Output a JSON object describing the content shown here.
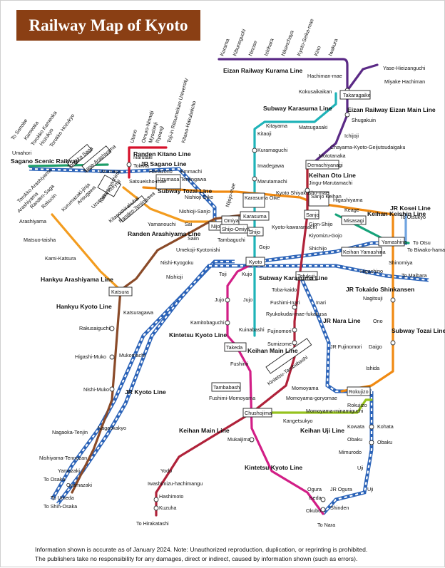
{
  "title": "Railway Map of Kyoto",
  "footer": {
    "line1": "Information shown is accurate as of January 2024.   Note: Unauthorized reproduction, duplication, or reprinting is prohibited.",
    "line2": "The publishers take no responsibility for any damages, direct or indirect, caused by information shown (such as errors)."
  },
  "colors": {
    "eizan": "#5b2a86",
    "karasuma": "#1fb3b8",
    "kitano": "#d6102a",
    "sagano": "#1e9e6a",
    "tozai": "#f08a12",
    "oto": "#c9a80a",
    "keishin": "#17a37a",
    "arashiyama": "#f39c1f",
    "hankyu": "#8a4a28",
    "keihan": "#b0223a",
    "kintetsu": "#d21e86",
    "uji": "#96c21e",
    "jr": "#2b63b8",
    "kosei": "#6fa3e0"
  },
  "lines": {
    "eizan_kurama": "Eizan Railway Kurama Line",
    "eizan_main": "Eizan Railway Eizan Main Line",
    "karasuma": "Subway Karasuma Line",
    "karasuma2": "Subway Karasuma Line",
    "kitano": "Randen Kitano Line",
    "sagano": "JR Sagano Line",
    "sagano_scenic": "Sagano Scenic Railway",
    "tozai": "Subway Tozai Line",
    "tozai2": "Subway Tozai Line",
    "oto": "Keihan Oto Line",
    "keishin": "Keihan Keishin Line",
    "kosei": "JR Kosei Line",
    "randen_arashiyama": "Randen Arashiyama Line",
    "hankyu_arashiyama": "Hankyu Arashiyama Line",
    "hankyu_kyoto": "Hankyu Kyoto Line",
    "jr_kyoto": "JR Kyoto Line",
    "tokaido": "JR Tokaido Shinkansen",
    "jr_nara": "JR Nara Line",
    "kintetsu_kyoto": "Kintetsu Kyoto Line",
    "kintetsu_kyoto2": "Kintetsu Kyoto Line",
    "keihan_main": "Keihan Main Line",
    "keihan_main2": "Keihan Main Line",
    "keihan_uji": "Keihan Uji Line"
  },
  "stations": {
    "kurama": "Kurama",
    "kibuneguchi": "Kibuneguchi",
    "ninose": "Ninose",
    "ichihara": "Ichihara",
    "nikenchaya": "Nikenchaya",
    "kyoto_seika": "Kyoto-Seika-mae",
    "kino": "Kino",
    "iwakura": "Iwakura",
    "hachiman_mae": "Hachiman-mae",
    "yase": "Yase-Hieizanguchi",
    "miyake": "Miyake Hachiman",
    "takaragaike": "Takaragaike",
    "shugakuin": "Shugakuin",
    "ichijoji": "Ichijoji",
    "chayama": "Chayama-Kyoto-Geijutsudaigaku",
    "mototanaka": "Mototanaka",
    "demachiyanagi": "Demachiyanagi",
    "kokusaikaikan": "Kokusaikaikan",
    "kitayama": "Kitayama",
    "matsugasaki": "Matsugasaki",
    "kitaoji": "Kitaoji",
    "kuramaguchi": "Kuramaguchi",
    "imadegawa": "Imadegawa",
    "marutamachi": "Marutamachi",
    "jingu": "Jingu-Marutamachi",
    "karasuma_oike": "Karasuma Oike",
    "kyoto_shiyakusho": "Kyoto Shiyakusho-mae",
    "sanjo_keihan": "Sanjo Keihan",
    "higashiyama": "Higashiyama",
    "keage": "Keage",
    "misasagi": "Misasagi",
    "sanjo": "Sanjo",
    "gion_shijo": "Gion-Shijo",
    "kiyomizu": "Kiyomizu-Gojo",
    "shichijo": "Shichijo",
    "karasuma": "Karasuma",
    "shijo": "Shijo",
    "gojo": "Gojo",
    "kyoto": "Kyoto",
    "kawaramachi": "Kyoto-kawaramachi",
    "omiya": "Omiya",
    "shijo_omiya": "Shijo-Omiya",
    "tambaguchi": "Tambaguchi",
    "nijo": "Nijo",
    "nijojo_mae": "Nijojo-mae",
    "nishioji_oike": "Nishioji Oike",
    "nishioji_sanjo": "Nishioji-Sanjo",
    "sai": "Sai",
    "saiin": "Saiin",
    "yamanouchi": "Yamanouchi",
    "umekoji": "Umekoji-Kyotonishi",
    "nishikyogoku": "Nishi-Kyogoku",
    "nishioji": "Nishioji",
    "toji": "Toji",
    "kujo": "Kujo",
    "jujo": "Jujo",
    "kuinabashi": "Kuinabashi",
    "takeda": "Takeda",
    "tofukuji": "Tofukuji",
    "toba_kaido": "Toba-kaido",
    "fushimi_inari": "Fushimi-Inari",
    "inari": "Inari",
    "ryukokudai": "Ryukokudai-mae-fukakusa",
    "fujinomori": "Fujinomori",
    "sumizome": "Sumizome",
    "jr_fujinomori": "JR Fujinomori",
    "kamitobaguchi": "Kamitobaguchi",
    "fushimi": "Fushimi",
    "tambabashi": "Tambabashi",
    "kintetsu_tambabashi": "Kintetsu-Tambabashi",
    "fushimi_momoyama": "Fushimi-Momoyama",
    "chushojima": "Chushojima",
    "momoyama": "Momoyama",
    "momoyama_goryomae": "Momoyama-goryomae",
    "momoyama_minamiguchi": "Momoyama-minamiguchi",
    "kangetsukyo": "Kangetsukyo",
    "rokujizo": "Rokujizo",
    "rokujizo2": "Rokujizo",
    "kowata": "Kowata",
    "kohata": "Kohata",
    "obaku": "Obaku",
    "obaku2": "Obaku",
    "mimurodo": "Mimurodo",
    "uji": "Uji",
    "uji2": "Uji",
    "mukaijima": "Mukaijima",
    "ogura": "Ogura",
    "jr_ogura": "JR Ogura",
    "iseda": "Iseda",
    "okubo": "Okubo",
    "shinden": "Shinden",
    "to_nara": "To Nara",
    "yamashina": "Yamashina",
    "keihan_yamashina": "Keihan Yamashina",
    "shinomiya": "Shinomiya",
    "higashino": "Higashino",
    "nagitsuji": "Nagitsuji",
    "ono": "Ono",
    "daigo": "Daigo",
    "ishida": "Ishida",
    "to_otsukyo": "To Otsukyo",
    "to_otsu": "To Otsu",
    "to_biwako": "To Biwako-hamaotsu",
    "to_maibara": "To Maibara",
    "utano": "Utano",
    "omuro": "Omuro-Ninnaji",
    "myoshinji": "Myoshinji",
    "ryoanji": "Ryoanji",
    "toji_in": "Toji-in Ritsumeikan University",
    "kitano_hakubaicho": "Kitano-Hakubaicho",
    "narutaki": "Narutaki",
    "tokiwa": "Tokiwa",
    "hanazono": "Hanazono",
    "emmachi": "Emmachi",
    "satsueisho": "Satsueisho-mae",
    "uzumasa": "Uzumasa",
    "uzumasa_tenjingawa": "Uzumasa Tenjingawa",
    "to_sonobe": "To Sonobe",
    "kameoka": "Kameoka",
    "torokko_kameoka": "Torokko Kameoka",
    "hozukyo": "Hozukyo",
    "torokko_hozukyo": "Torokko Hozukyo",
    "umahori": "Umahori",
    "torokko_saga": "Torokko Saga",
    "saga_arashiyama": "Saga-Arashiyama",
    "torokko_arashiyama": "Torokko Arashiyama",
    "arashiyama": "Arashiyama",
    "randen_saga": "Randen-Saga",
    "rokuoin": "Rokuoin",
    "kurumazaki": "Kurumazaki-jinja",
    "arisugawa": "Arisugawa",
    "kaikonoyashiro": "Kaikonoyashiro",
    "uzumasa_koryuji": "Uzumasa Koryuji",
    "kitanoshirakubai": "Kitanoshirakubai",
    "randen_tenjingawa": "Randen-Tenjingawa",
    "kakubankoen": "Kakubankoen",
    "arashiyama2": "Arashiyama",
    "matsuo_taisha": "Matsuo-taisha",
    "kami_katsura": "Kami-Katsura",
    "katsura": "Katsura",
    "katsuragawa": "Katsuragawa",
    "rakusaiguchi": "Rakusaiguchi",
    "higashi_muko": "Higashi-Muko",
    "mukomachi": "Mukomachi",
    "nishi_muko": "Nishi-Muko",
    "nagaoka_tenjin": "Nagaoka-Tenjin",
    "nagaokakyo": "Nagaokakyo",
    "nishiyama": "Nishiyama-Tennozan",
    "yamazaki": "Yamazaki",
    "to_osaka": "To Osaka",
    "oyamazaki": "Oyamazaki",
    "to_umeda": "To Umeda",
    "to_shin_osaka": "To Shin-Osaka",
    "yodo": "Yodo",
    "iwashimizu": "Iwashimizu-hachimangu",
    "hashimoto": "Hashimoto",
    "kuzuha": "Kuzuha",
    "to_hirakatashi": "To Hirakatashi"
  }
}
